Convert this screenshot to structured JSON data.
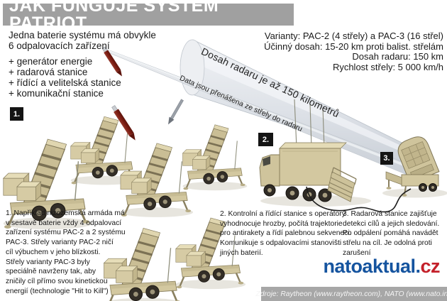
{
  "header": {
    "title": "JAK FUNGUJE SYSTÉM PATRIOT"
  },
  "intro": {
    "lead": "Jedna baterie systému má obvykle\n6 odpalovacích zařízení",
    "components": [
      "+ generátor energie",
      "+ radarová stanice",
      "+ řídící a velitelská stanice",
      "+ komunikační stanice"
    ]
  },
  "specs": {
    "lines": [
      "Varianty: PAC-2 (4 střely) a PAC-3 (16 střel)",
      "Účinný dosah: 15-20 km proti balist. střelám",
      "Dosah radaru: 150 km",
      "Rychlost střely: 5 000 km/h"
    ]
  },
  "beam": {
    "range_label": "Dosah radaru je až 150 kilometrů",
    "data_label": "Data jsou přenášena ze střely do radaru"
  },
  "markers": {
    "m1": "1.",
    "m2": "2.",
    "m3": "3."
  },
  "notes": {
    "note1": "1. Například nizozemská armáda má\nv sestavě baterie vždy 4 odpalovací\nzařízení systému PAC-2 a 2 systému\nPAC-3. Střely varianty PAC-2 ničí\ncíl výbuchem v jeho blízkosti.\nStřely varianty PAC-3 byly\nspeciálně navrženy tak, aby\nzničily cíl přímo svou kinetickou\nenergií (technologie \"Hit to Kill\")",
    "note2": "2. Kontrolní a řídící stanice s operátory\nvyhodnocuje hrozby, počítá trajektorie\npro antirakety a řídí palebnou sekveneci.\nKomunikuje s odpalovacími stanovišti\njiných baterií.",
    "note3": "3. Radarová stanice zajišťuje\ndetekci cílů a jejich sledování.\nPo odpálení pomáhá navádět\nstřelu na cíl. Je odolná proti\nzarušení"
  },
  "logo": {
    "name": "natoaktual.",
    "tld": "cz"
  },
  "source": {
    "text": "Zdroje: Raytheon (www.raytheon.com), NATO (www.nato.int)"
  },
  "icons": {
    "launcher": "patriot-launcher-icon",
    "truck": "command-truck-icon",
    "radar": "radar-station-icon",
    "missile": "missile-icon",
    "beam": "radar-beam"
  },
  "colors": {
    "title_bar_gray": "#a0a0a0",
    "source_bar_gray": "#a7a7a7",
    "logo_blue": "#15549f",
    "logo_red": "#c4202a",
    "vehicle_tan": "#d3c8a0",
    "beam_gray": "#dfe3e8",
    "missile_red": "#7c1d13"
  }
}
